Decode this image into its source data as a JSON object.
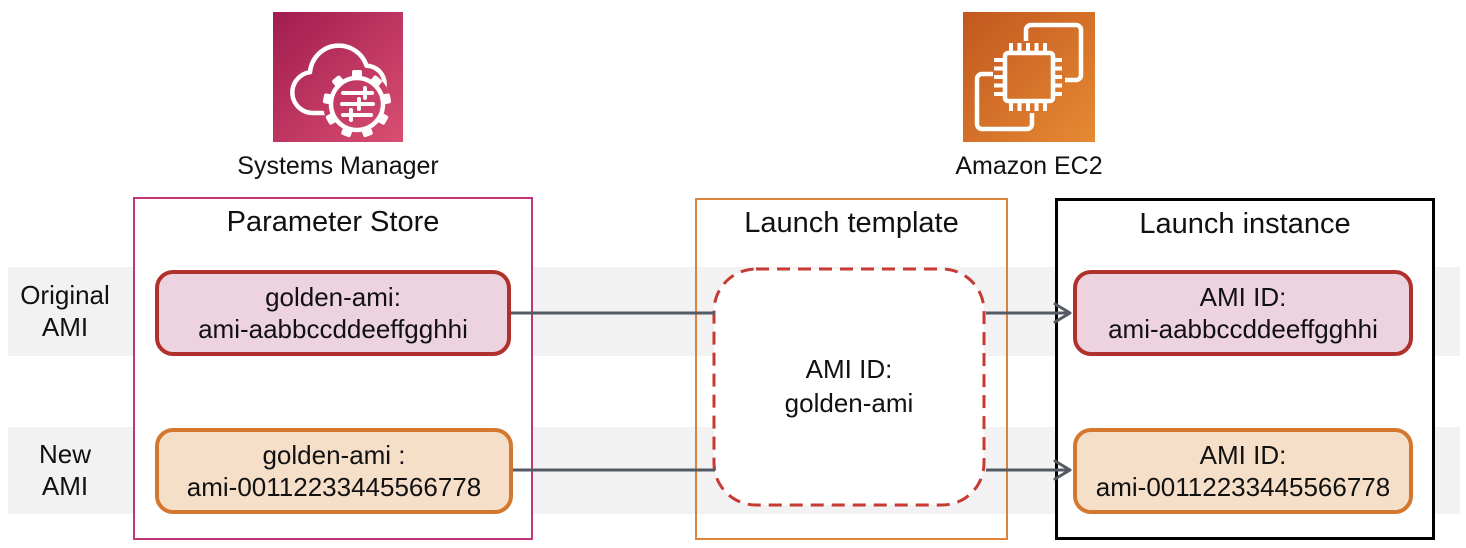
{
  "diagram": {
    "services": {
      "systems_manager": {
        "label": "Systems Manager",
        "icon": "systems-manager-icon"
      },
      "ec2": {
        "label": "Amazon EC2",
        "icon": "ec2-icon"
      }
    },
    "row_labels": {
      "original": {
        "line1": "Original",
        "line2": "AMI"
      },
      "new": {
        "line1": "New",
        "line2": "AMI"
      }
    },
    "parameter_store": {
      "title": "Parameter Store",
      "original_param": {
        "line1": "golden-ami:",
        "line2": "ami-aabbccddeeffgghhi"
      },
      "new_param": {
        "line1": "golden-ami :",
        "line2": "ami-00112233445566778"
      }
    },
    "launch_template": {
      "title": "Launch template",
      "ami_ref": {
        "line1": "AMI ID:",
        "line2": "golden-ami"
      }
    },
    "launch_instance": {
      "title": "Launch instance",
      "original_instance": {
        "line1": "AMI ID:",
        "line2": "ami-aabbccddeeffgghhi"
      },
      "new_instance": {
        "line1": "AMI ID:",
        "line2": "ami-00112233445566778"
      }
    },
    "colors": {
      "row_band": "#F2F2F2",
      "parameter_store_border": "#C13579",
      "launch_template_border": "#DC8239",
      "launch_instance_border": "#000000",
      "original_pill_border": "#B0302B",
      "original_pill_fill": "#EDD3DF",
      "new_pill_border": "#D4772F",
      "new_pill_fill": "#F6DFC9",
      "dashed_border": "#C53B33",
      "arrow": "#545B64",
      "ssm_gradient": [
        "#A11C4F",
        "#D94F72"
      ],
      "ec2_gradient": [
        "#C2571F",
        "#E68A33"
      ]
    }
  }
}
